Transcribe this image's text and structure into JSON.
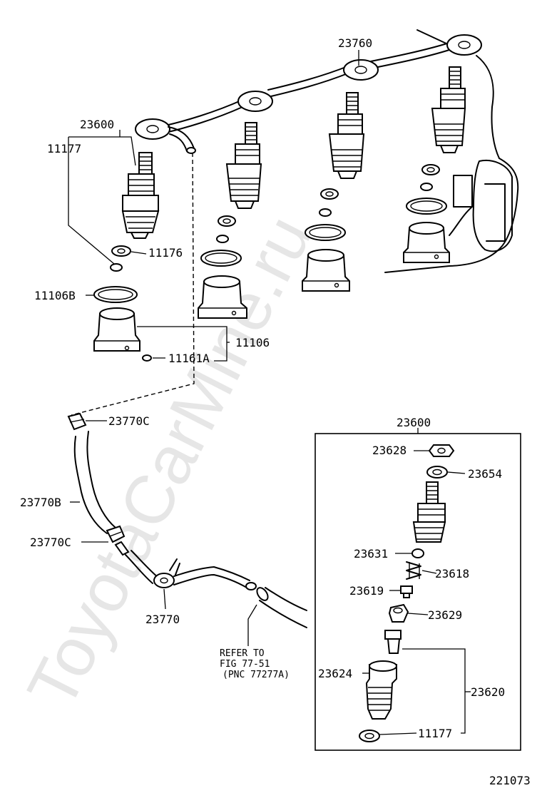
{
  "watermark": "ToyotaCarMine.ru",
  "figure_number": "221073",
  "refer_note": {
    "line1": "REFER TO",
    "line2": "FIG 77-51",
    "line3": "(PNC 77277A)"
  },
  "callouts": {
    "p23760": "23760",
    "p23600_top": "23600",
    "p11177_top": "11177",
    "p11176": "11176",
    "p11106B": "11106B",
    "p11106": "11106",
    "p11161A": "11161A",
    "p23770C_top": "23770C",
    "p23770B": "23770B",
    "p23770C_bottom": "23770C",
    "p23770": "23770",
    "p23600_box": "23600",
    "p23628": "23628",
    "p23654": "23654",
    "p23631": "23631",
    "p23618": "23618",
    "p23619": "23619",
    "p23629": "23629",
    "p23624": "23624",
    "p23620": "23620",
    "p11177_box": "11177"
  }
}
